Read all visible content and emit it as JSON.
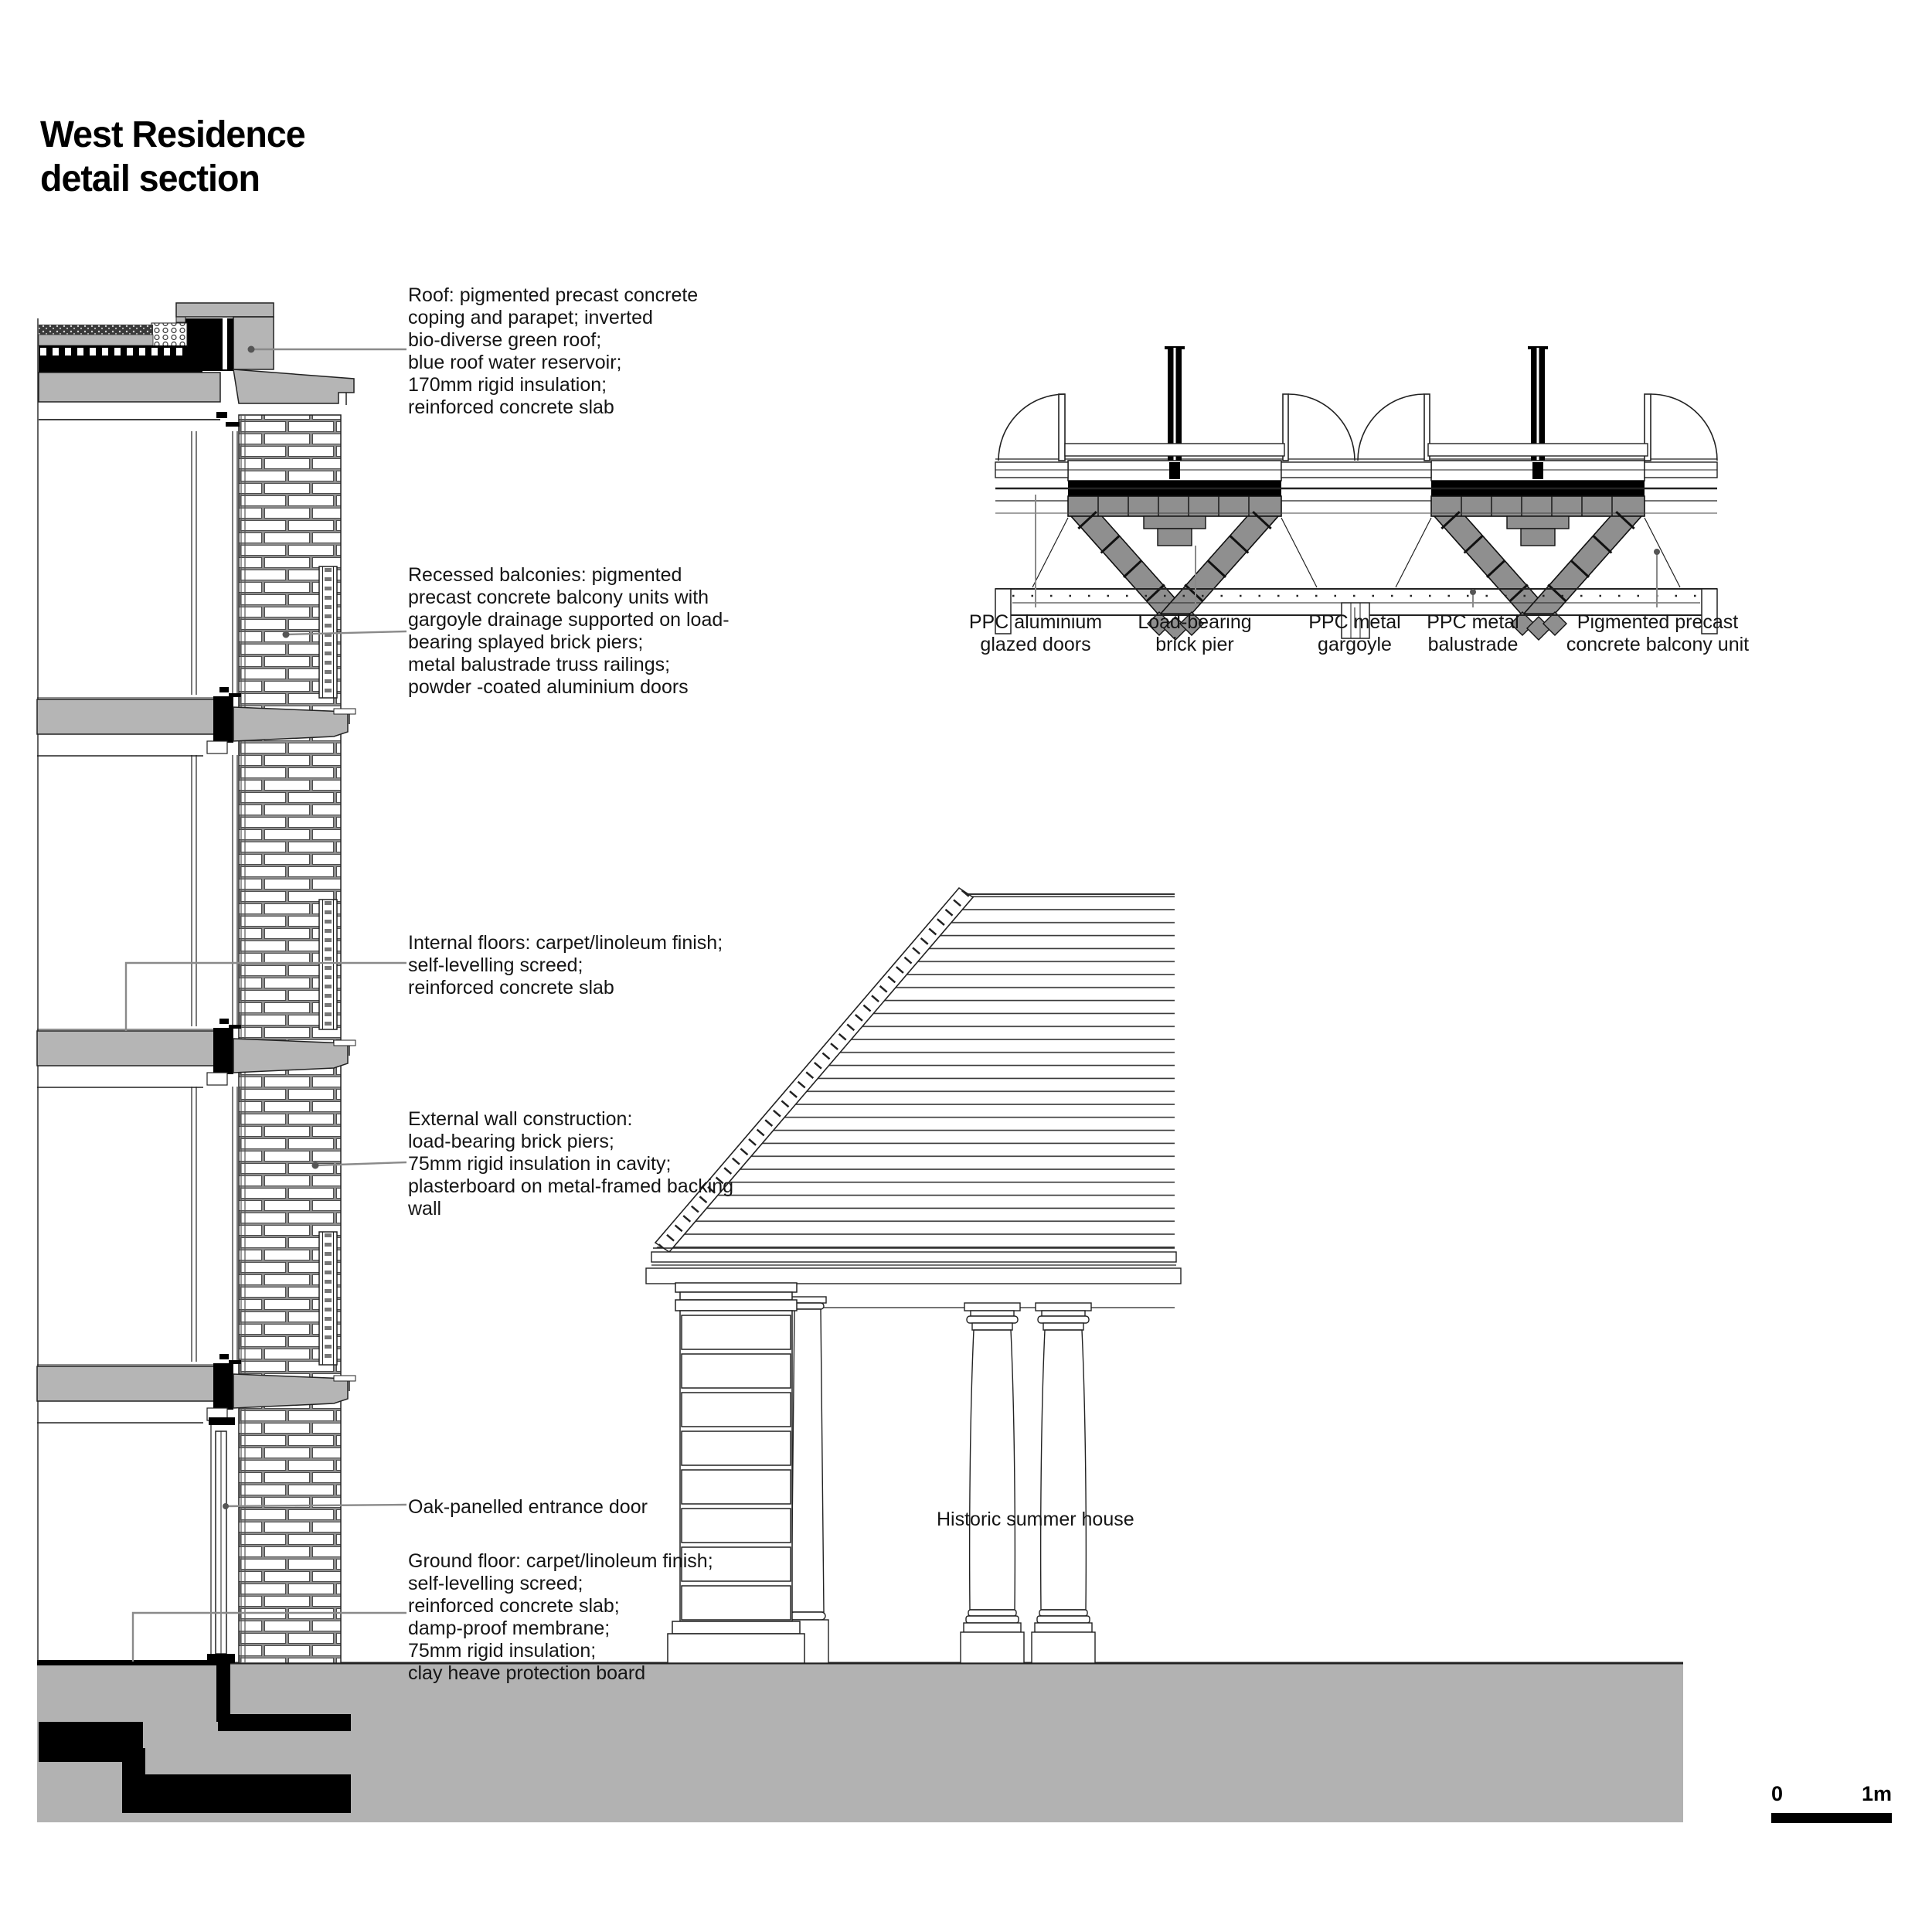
{
  "title": {
    "text": "West Residence\ndetail section"
  },
  "annotations": {
    "roof": "Roof: pigmented precast concrete\ncoping and parapet; inverted\nbio-diverse green roof;\nblue roof water reservoir;\n170mm rigid insulation;\nreinforced concrete slab",
    "balconies": "Recessed balconies: pigmented\nprecast concrete balcony units with\ngargoyle drainage supported on load-\nbearing splayed brick piers;\nmetal balustrade truss railings;\npowder -coated aluminium doors",
    "internal_floors": "Internal floors: carpet/linoleum finish;\nself-levelling screed;\nreinforced concrete slab",
    "external_wall": "External wall construction:\nload-bearing brick piers;\n75mm rigid insulation in cavity;\nplasterboard on metal-framed backing\nwall",
    "entrance_door": "Oak-panelled entrance door",
    "ground_floor": "Ground floor: carpet/linoleum finish;\nself-levelling screed;\nreinforced concrete slab;\ndamp-proof membrane;\n75mm rigid insulation;\nclay heave protection board",
    "summer_house": "Historic summer house"
  },
  "plan_labels": {
    "glazed_doors": "PPC aluminium\nglazed doors",
    "brick_pier": "Load-bearing\nbrick pier",
    "gargoyle": "PPC metal\ngargoyle",
    "balustrade": "PPC metal\nbalustrade",
    "balcony_unit": "Pigmented precast\nconcrete balcony unit"
  },
  "scale_bar": {
    "zero": "0",
    "one_m": "1m"
  },
  "colors": {
    "line": "#1a1a1a",
    "concrete_grey": "#b5b5b5",
    "plan_brick_grey": "#8f8f8f",
    "leader_grey": "#8a8a8a",
    "ground_grey": "#b2b2b2",
    "black_fill": "#000000"
  }
}
